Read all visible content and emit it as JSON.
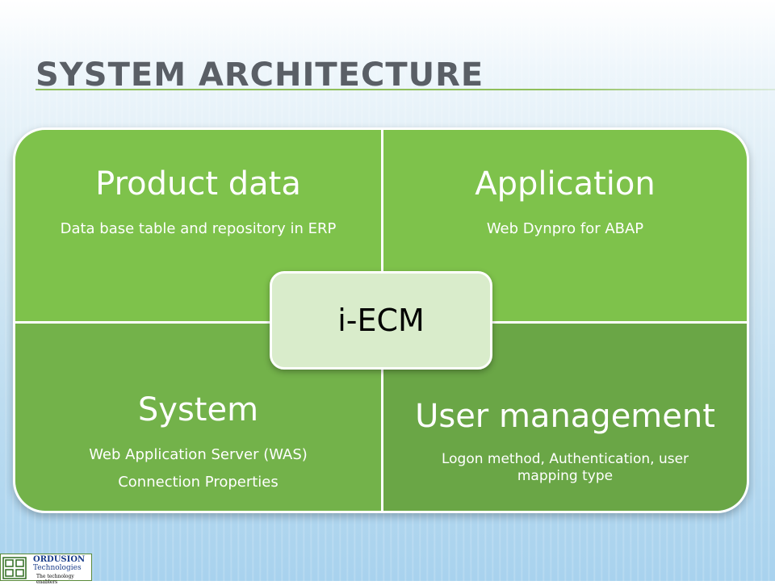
{
  "slide": {
    "title": "System Architecture"
  },
  "quadrants": {
    "top_left": {
      "heading": "Product data",
      "lines": [
        "Data base table and repository in ERP"
      ]
    },
    "top_right": {
      "heading": "Application",
      "lines": [
        "Web Dynpro for ABAP"
      ]
    },
    "bottom_left": {
      "heading": "System",
      "lines": [
        "Web Application Server (WAS)",
        "Connection Properties"
      ]
    },
    "bottom_right": {
      "heading": "User management",
      "lines": [
        "Logon method, Authentication, user mapping type"
      ]
    }
  },
  "center": {
    "label": "i-ECM"
  },
  "logo": {
    "name": "ORDUSION",
    "sub": "Technologies",
    "tagline": "The technology enablers"
  },
  "colors": {
    "quad_top": "#7ec24b",
    "quad_bottom_left": "#73b24a",
    "quad_bottom_right": "#6aa646",
    "center_fill": "#d9eccb",
    "title": "#5a5f66"
  }
}
